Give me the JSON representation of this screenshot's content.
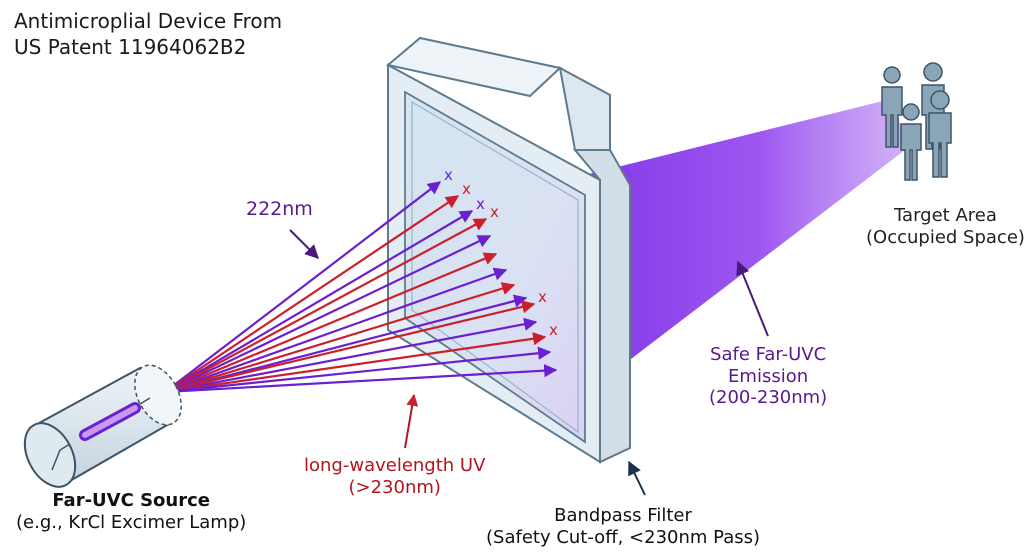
{
  "title": {
    "line1": "Antimicroplial Device From",
    "line2": "US Patent 11964062B2"
  },
  "labels": {
    "uv222": "222nm",
    "target_line1": "Target Area",
    "target_line2": "(Occupied Space)",
    "safe_line1": "Safe Far-UVC",
    "safe_line2": "Emission",
    "safe_line3": "(200-230nm)",
    "long_line1": "long-wavelength UV",
    "long_line2": "(>230nm)",
    "source_line1": "Far-UVC Source",
    "source_line2": "(e.g., KrCl Excimer Lamp)",
    "filter_line1": "Bandpass Filter",
    "filter_line2": "(Safety Cut-off, <230nm Pass)"
  },
  "ray_marks": {
    "purple": "x",
    "red": "x"
  },
  "colors": {
    "purple_ray": "#6a1fd0",
    "red_ray": "#cc1f2c",
    "purple_label": "#5a1a8e",
    "red_label": "#b3141d",
    "filter_frame": "#e4edf4",
    "filter_outline": "#5e7a8e",
    "person_fill": "#8aa4b8",
    "beam": "#8a2be2"
  },
  "icons": [
    "lamp-icon",
    "bandpass-filter-icon",
    "people-icon"
  ]
}
